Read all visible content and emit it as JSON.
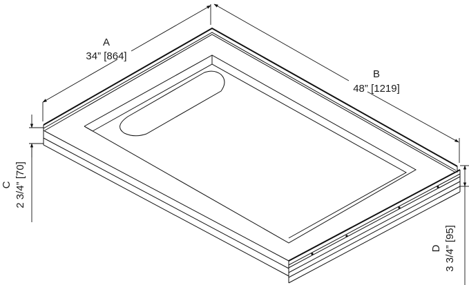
{
  "drawing": {
    "subject": "Shower base isometric dimension drawing",
    "colors": {
      "line": "#111111",
      "text": "#1a1a1a",
      "background": "#ffffff"
    }
  },
  "dimensions": {
    "A": {
      "letter": "A",
      "value": "34” [864]"
    },
    "B": {
      "letter": "B",
      "value": "48” [1219]"
    },
    "C": {
      "letter": "C",
      "value": "2 3/4” [70]"
    },
    "D": {
      "letter": "D",
      "value": "3 3/4” [95]"
    }
  }
}
